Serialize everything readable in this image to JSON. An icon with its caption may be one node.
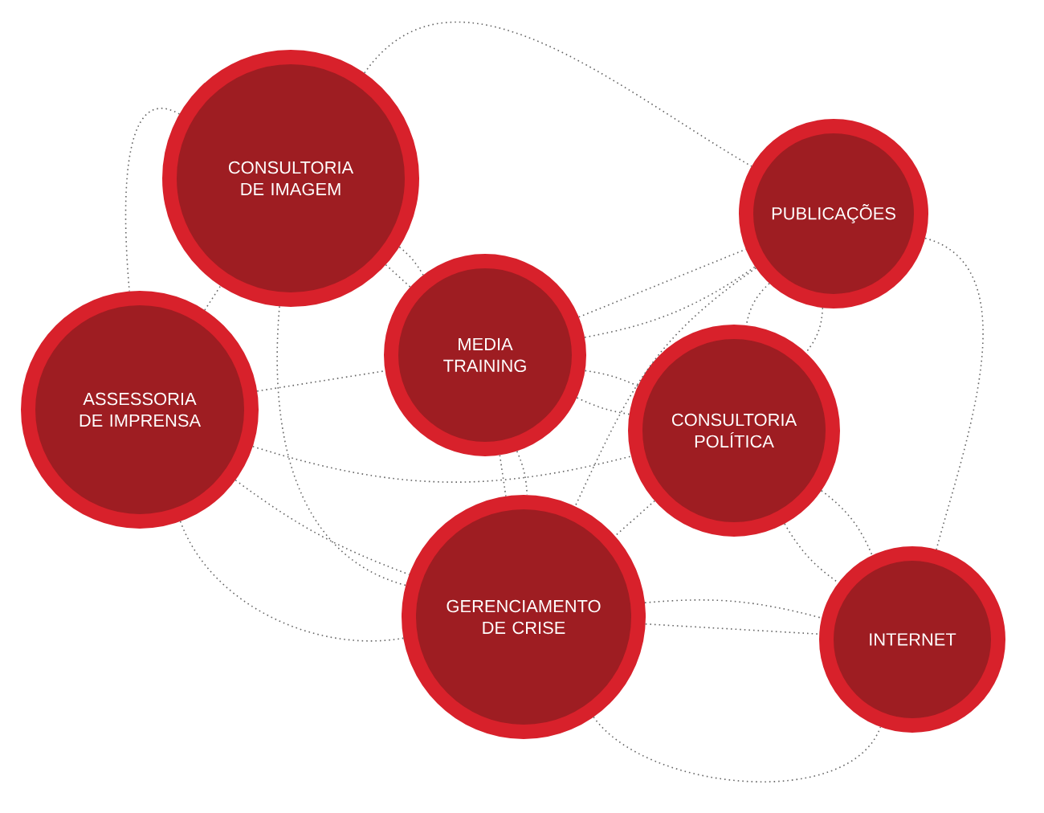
{
  "diagram": {
    "nodes": [
      {
        "text": [
          "CONSULTORIA DE IMAGEM"
        ]
      },
      {
        "text": [
          "PUBLICAÇÕES"
        ]
      },
      {
        "text": [
          "MEDIA TRAINING"
        ]
      },
      {
        "text": [
          "ASSESSORIA DE IMPRENSA"
        ]
      },
      {
        "text": [
          "CONSULTORIA POLÍTICA"
        ]
      },
      {
        "text": [
          "GERENCIAMENTO DE CRISE"
        ]
      },
      {
        "text": [
          "INTERNET"
        ]
      }
    ],
    "edges": [
      {
        "from": 0,
        "to": 1,
        "arrow": "none"
      },
      {
        "from": 0,
        "to": 3,
        "arrow": "none"
      },
      {
        "from": 0,
        "to": 2,
        "arrow": "none"
      },
      {
        "from": 0,
        "to": 5,
        "arrow": "none"
      },
      {
        "from": 3,
        "to": 0,
        "arrow": "none"
      },
      {
        "from": 2,
        "to": 4,
        "arrow": "none"
      },
      {
        "from": 3,
        "to": 2,
        "arrow": "none"
      },
      {
        "from": 3,
        "to": 5,
        "arrow": "none"
      },
      {
        "from": 3,
        "to": 4,
        "arrow": "none"
      },
      {
        "from": 3,
        "to": 5,
        "arrow": "none"
      },
      {
        "from": 2,
        "to": 1,
        "arrow": "none"
      },
      {
        "from": 2,
        "to": 1,
        "arrow": "none"
      },
      {
        "from": 2,
        "to": 4,
        "arrow": "none"
      },
      {
        "from": 2,
        "to": 5,
        "arrow": "none"
      },
      {
        "from": 2,
        "to": 5,
        "arrow": "none"
      },
      {
        "from": 1,
        "to": 5,
        "arrow": "none"
      },
      {
        "from": 1,
        "to": 4,
        "arrow": "none"
      },
      {
        "from": 1,
        "to": 4,
        "arrow": "none"
      },
      {
        "from": 1,
        "to": 6,
        "arrow": "none"
      },
      {
        "from": 4,
        "to": 6,
        "arrow": "none"
      },
      {
        "from": 4,
        "to": 6,
        "arrow": "none"
      },
      {
        "from": 4,
        "to": 5,
        "arrow": "none"
      },
      {
        "from": 5,
        "to": 6,
        "arrow": "none"
      },
      {
        "from": 5,
        "to": 6,
        "arrow": "none"
      },
      {
        "from": 5,
        "to": 6,
        "arrow": "none"
      },
      {
        "from": 0,
        "to": 2,
        "arrow": "none"
      }
    ]
  }
}
